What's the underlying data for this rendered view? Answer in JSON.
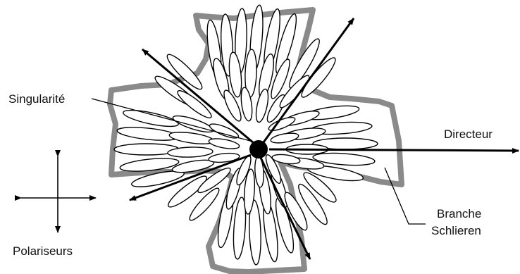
{
  "labels": {
    "singularity": "Singularité",
    "director": "Directeur",
    "branch_line1": "Branche",
    "branch_line2": "Schlieren",
    "polarizers": "Polariseurs"
  },
  "colors": {
    "brush_outline": "#8a8a8a",
    "ink": "#000000",
    "background": "#ffffff"
  }
}
